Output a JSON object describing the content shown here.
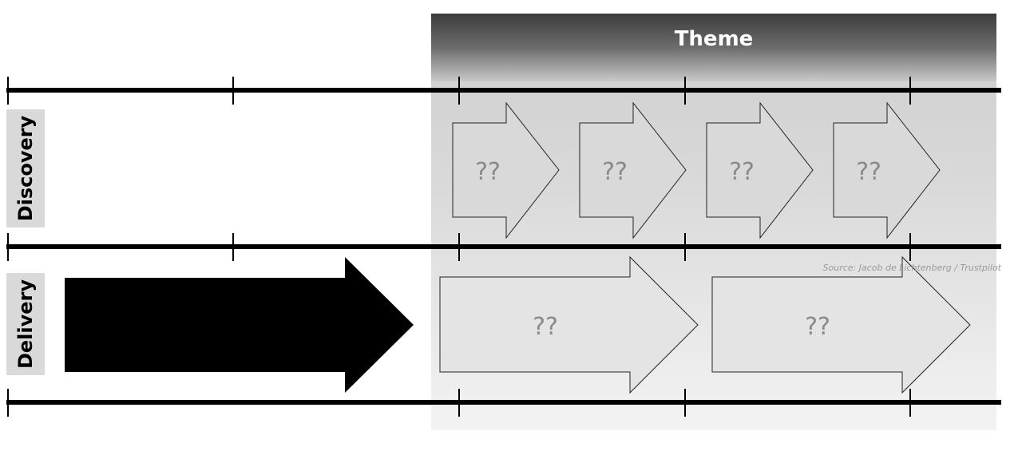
{
  "theme": {
    "title": "Theme"
  },
  "lanes": {
    "discovery": {
      "label": "Discovery"
    },
    "delivery": {
      "label": "Delivery"
    }
  },
  "discovery_arrows": [
    {
      "label": "??"
    },
    {
      "label": "??"
    },
    {
      "label": "??"
    },
    {
      "label": "??"
    }
  ],
  "delivery_arrows": [
    {
      "label": "??"
    },
    {
      "label": "??"
    }
  ],
  "source": "Source: Jacob de Lichtenberg / Trustpilot"
}
